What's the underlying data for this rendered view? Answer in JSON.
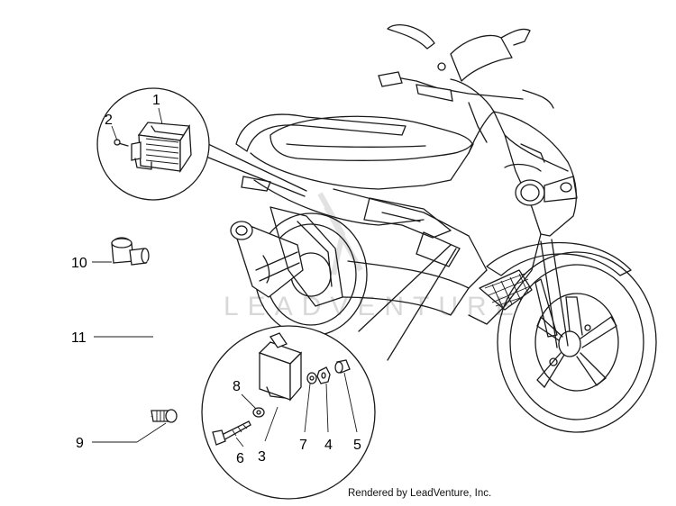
{
  "callouts": {
    "p1": "1",
    "p2": "2",
    "p3": "3",
    "p4": "4",
    "p5": "5",
    "p6": "6",
    "p7": "7",
    "p8": "8",
    "p9": "9",
    "p10": "10",
    "p11": "11"
  },
  "watermark": "LEADVENTURE",
  "credit": "Rendered by LeadVenture, Inc."
}
